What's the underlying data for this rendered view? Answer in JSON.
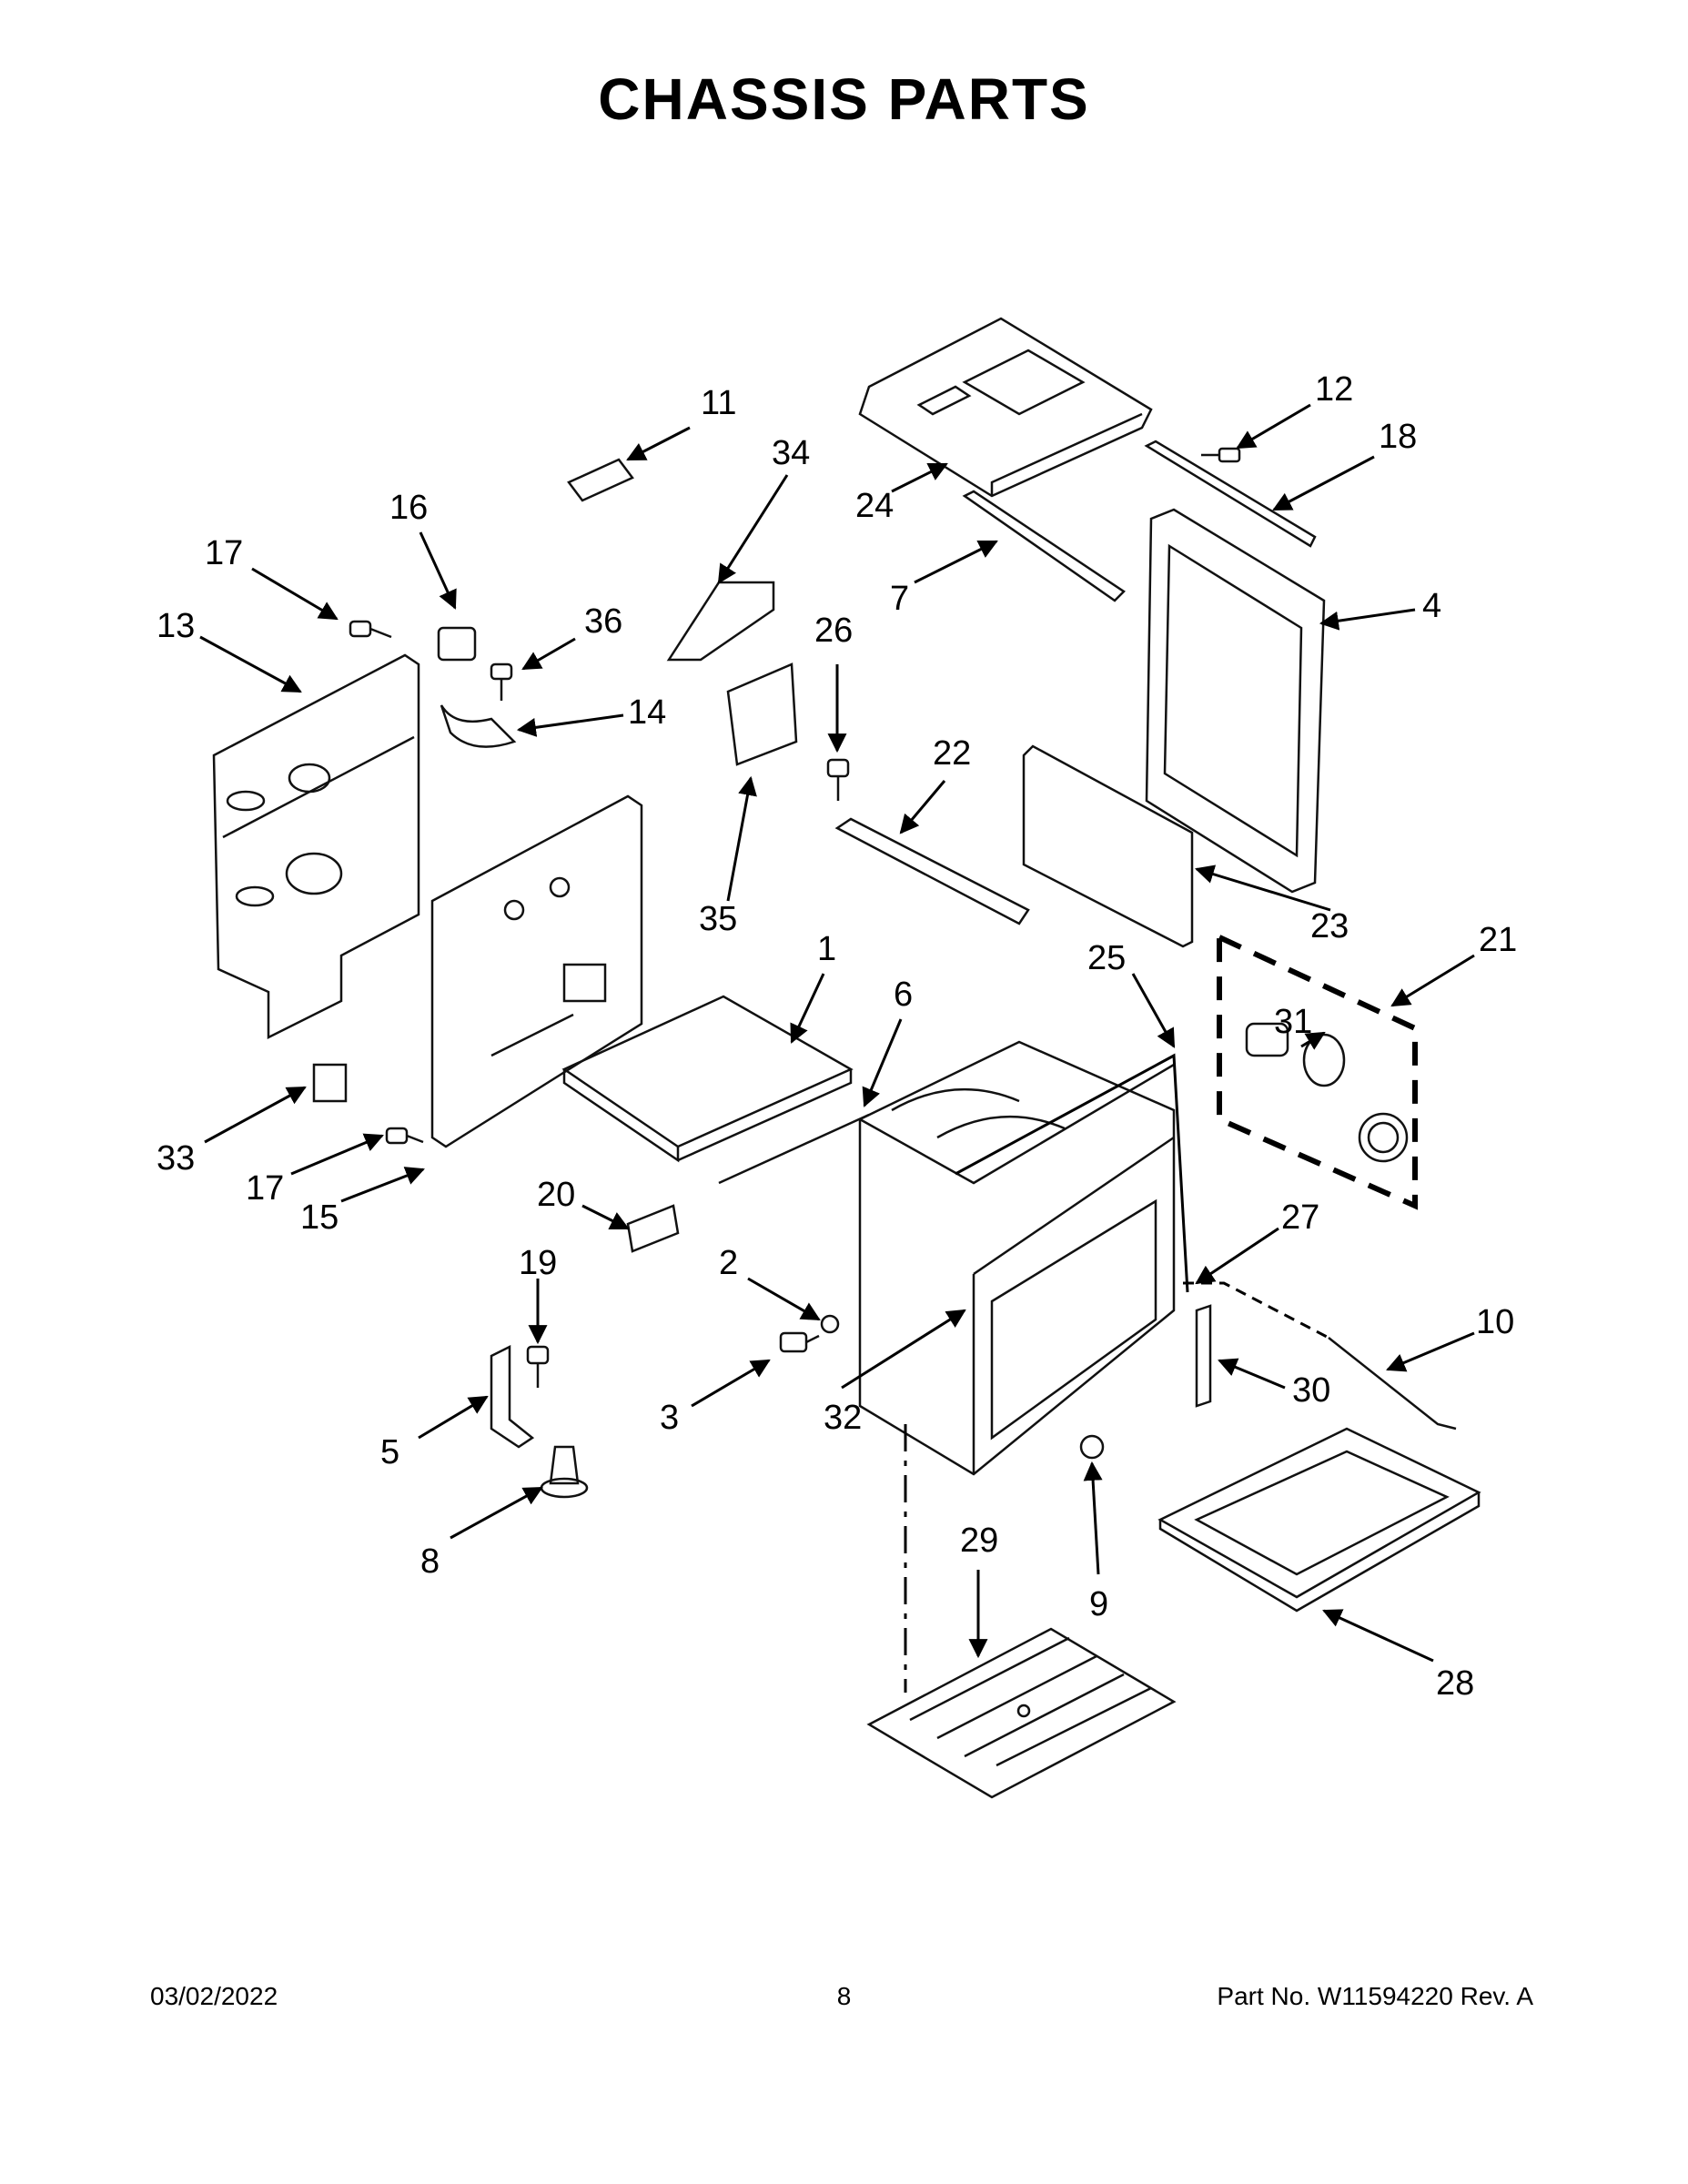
{
  "title": "CHASSIS PARTS",
  "callouts": {
    "c1": "1",
    "c2": "2",
    "c3": "3",
    "c4": "4",
    "c5": "5",
    "c6": "6",
    "c7": "7",
    "c8": "8",
    "c9": "9",
    "c10": "10",
    "c11": "11",
    "c12": "12",
    "c13": "13",
    "c14": "14",
    "c15": "15",
    "c16": "16",
    "c17a": "17",
    "c17b": "17",
    "c18": "18",
    "c19": "19",
    "c20": "20",
    "c21": "21",
    "c22": "22",
    "c23": "23",
    "c24": "24",
    "c25": "25",
    "c26": "26",
    "c27": "27",
    "c28": "28",
    "c29": "29",
    "c30": "30",
    "c31": "31",
    "c32": "32",
    "c33": "33",
    "c34": "34",
    "c35": "35",
    "c36": "36"
  },
  "footer": {
    "date": "03/02/2022",
    "page": "8",
    "part_no": "Part No.  W11594220  Rev.  A"
  }
}
